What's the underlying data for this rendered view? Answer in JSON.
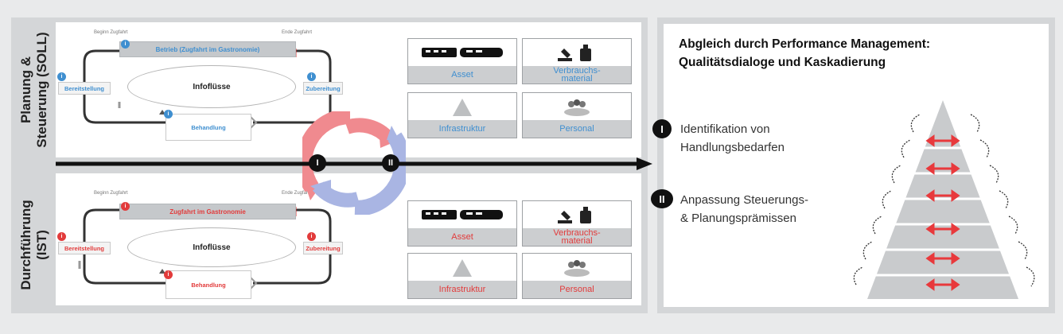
{
  "plan": {
    "label_line1": "Planung &",
    "label_line2": "Steuerung (SOLL)",
    "beginn": "Beginn Zugfahrt",
    "ende": "Ende Zugfahrt",
    "bar": "Betrieb (Zugfahrt im Gastronomie)",
    "bereitstellung": "Bereitstellung",
    "zubereitung": "Zubereitung",
    "behandlung": "Behandlung",
    "infoflusse": "Infoflüsse",
    "num": "i"
  },
  "ist": {
    "label_line1": "Durchführung",
    "label_line2": "(IST)",
    "beginn": "Beginn Zugfahrt",
    "ende": "Ende Zugfahrt",
    "bar": "Zugfahrt im Gastronomie",
    "bereitstellung": "Bereitstellung",
    "zubereitung": "Zubereitung",
    "behandlung": "Behandlung",
    "infoflusse": "Infoflüsse",
    "num": "i"
  },
  "resources_plan": {
    "asset": "Asset",
    "verbrauch_l1": "Verbrauchs-",
    "verbrauch_l2": "material",
    "infrastruktur": "Infrastruktur",
    "personal": "Personal"
  },
  "resources_ist": {
    "asset": "Asset",
    "verbrauch_l1": "Verbrauchs-",
    "verbrauch_l2": "material",
    "infrastruktur": "Infrastruktur",
    "personal": "Personal"
  },
  "cycle": {
    "marker1": "I",
    "marker2": "II"
  },
  "right": {
    "title_line1": "Abgleich durch Performance Management:",
    "title_line2": "Qualitätsdialoge und Kaskadierung",
    "item1_num": "I",
    "item1_line1": "Identifikation von",
    "item1_line2": "Handlungsbedarfen",
    "item2_num": "II",
    "item2_line1": "Anpassung Steuerungs-",
    "item2_line2": "& Planungsprämissen"
  },
  "colors": {
    "blue": "#3f8fd0",
    "red": "#e23b3b",
    "panel": "#d4d6d8",
    "arrow_red": "#e8393c",
    "cycle_red": "#f08a8f",
    "cycle_blue": "#a9b5e3"
  }
}
